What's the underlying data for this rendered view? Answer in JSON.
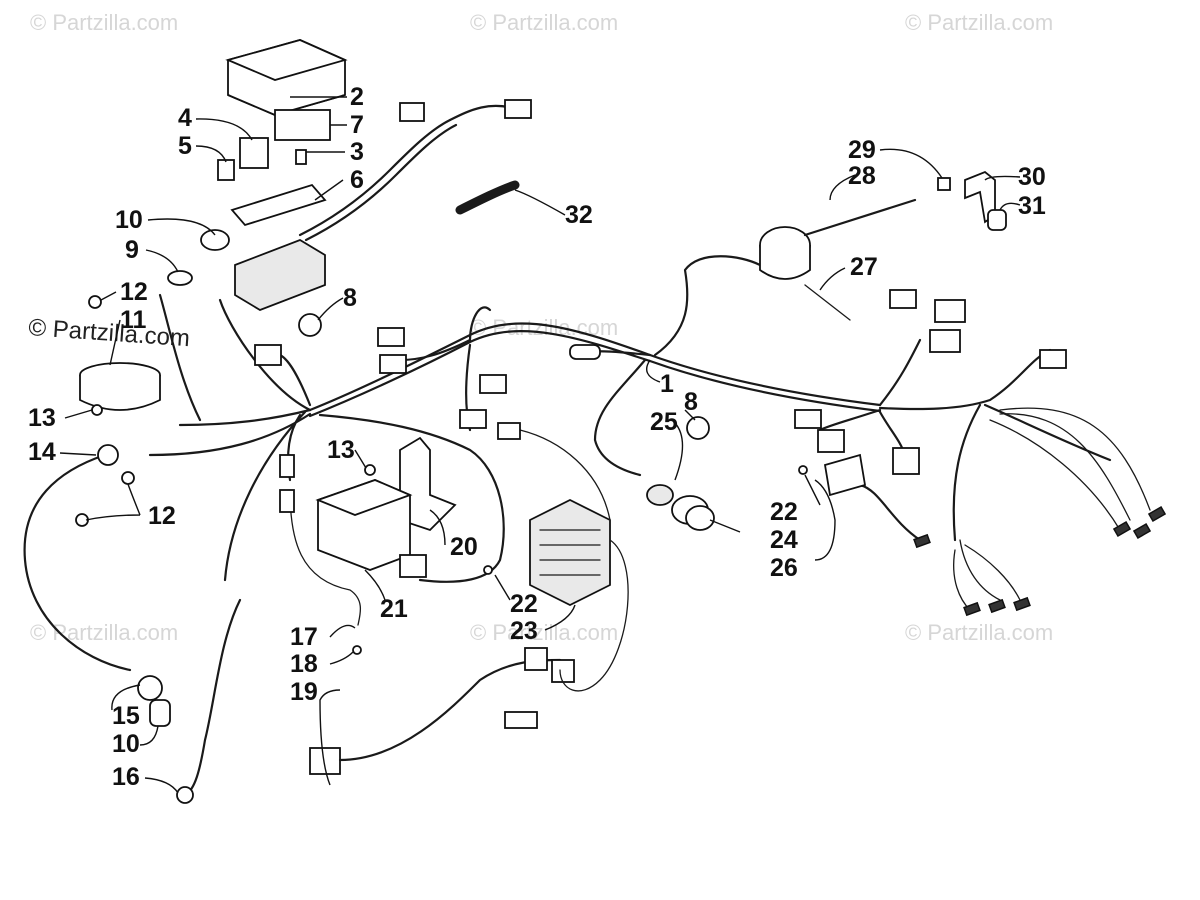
{
  "watermarks": [
    "© Partzilla.com",
    "© Partzilla.com",
    "© Partzilla.com",
    "© Partzilla.com",
    "© Partzilla.com",
    "© Partzilla.com",
    "© Partzilla.com",
    "© Partzilla.com"
  ],
  "callouts": {
    "c1": "1",
    "c2": "2",
    "c3": "3",
    "c4": "4",
    "c5": "5",
    "c6": "6",
    "c7": "7",
    "c8a": "8",
    "c8b": "8",
    "c9": "9",
    "c10a": "10",
    "c10b": "10",
    "c11": "11",
    "c12a": "12",
    "c12b": "12",
    "c13a": "13",
    "c13b": "13",
    "c14": "14",
    "c15": "15",
    "c16": "16",
    "c17": "17",
    "c18": "18",
    "c19": "19",
    "c20": "20",
    "c21": "21",
    "c22a": "22",
    "c22b": "22",
    "c23": "23",
    "c24": "24",
    "c25": "25",
    "c26": "26",
    "c27": "27",
    "c28": "28",
    "c29": "29",
    "c30": "30",
    "c31": "31",
    "c32": "32"
  }
}
